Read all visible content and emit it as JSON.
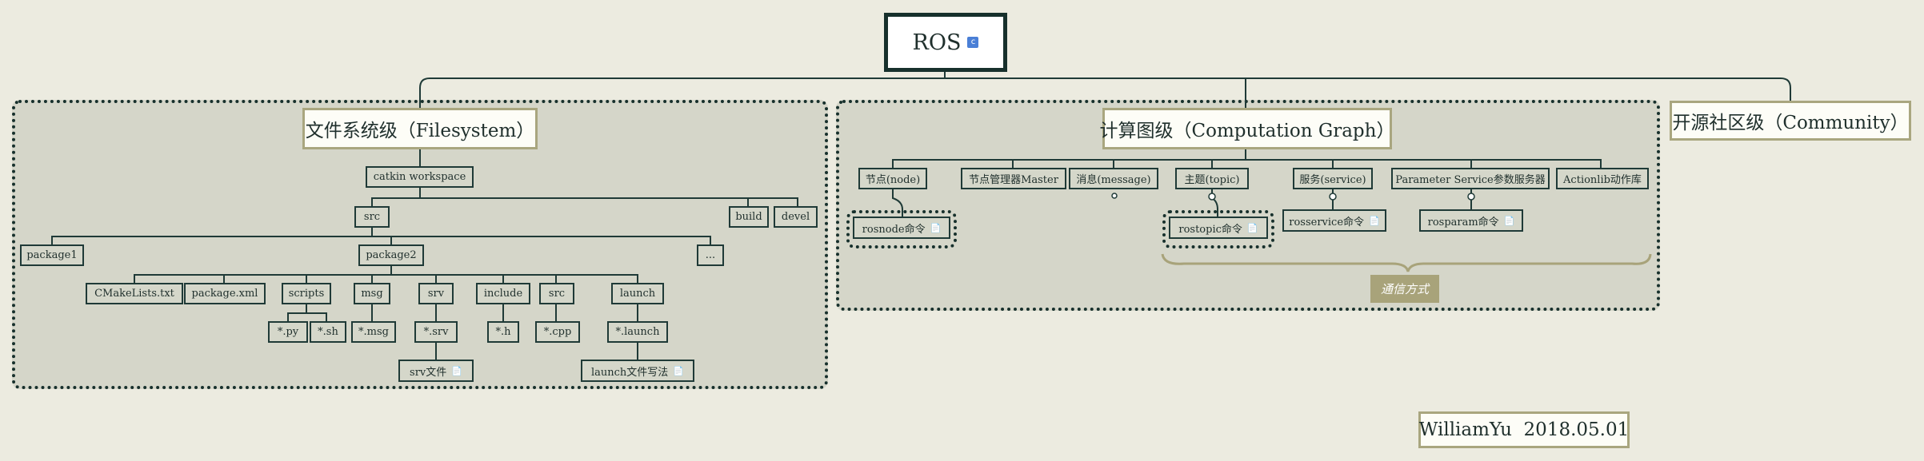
{
  "root": {
    "label": "ROS"
  },
  "fs": {
    "title": "文件系统级（Filesystem）",
    "catkin": "catkin workspace",
    "src": "src",
    "build": "build",
    "devel": "devel",
    "package1": "package1",
    "package2": "package2",
    "more": "...",
    "cmake": "CMakeLists.txt",
    "pkgxml": "package.xml",
    "scripts": "scripts",
    "msg": "msg",
    "srv": "srv",
    "include": "include",
    "src2": "src",
    "launch": "launch",
    "py": "*.py",
    "sh": "*.sh",
    "msgf": "*.msg",
    "srvf": "*.srv",
    "hf": "*.h",
    "cppf": "*.cpp",
    "launchf": "*.launch",
    "srv_doc": "srv文件",
    "launch_doc": "launch文件写法"
  },
  "cg": {
    "title": "计算图级（Computation Graph）",
    "node": "节点(node)",
    "master": "节点管理器Master",
    "message": "消息(message)",
    "topic": "主题(topic)",
    "service": "服务(service)",
    "param": "Parameter Service参数服务器",
    "actionlib": "Actionlib动作库",
    "rosnode": "rosnode命令",
    "rostopic": "rostopic命令",
    "rosservice": "rosservice命令",
    "rosparam": "rosparam命令",
    "comm": "通信方式"
  },
  "community": {
    "title": "开源社区级（Community）"
  },
  "signature": {
    "text": "WilliamYu  2018.05.01"
  },
  "colors": {
    "line": "#1f3a37",
    "group_bg": "#d5d6c9",
    "accent": "#a8a37a",
    "badge": "#4a7fd6"
  }
}
